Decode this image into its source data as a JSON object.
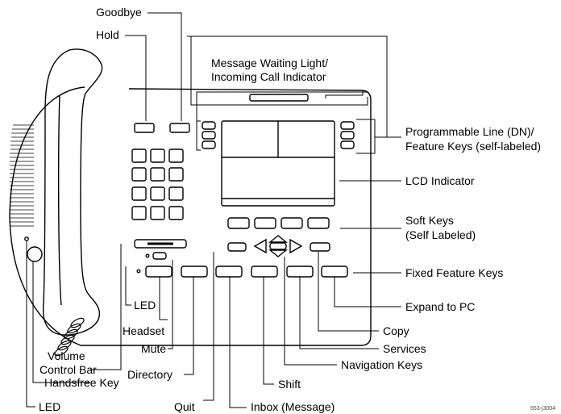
{
  "labels": {
    "goodbye": "Goodbye",
    "hold": "Hold",
    "message_waiting_1": "Message Waiting Light/",
    "message_waiting_2": "Incoming Call Indicator",
    "programmable_1": "Programmable Line (DN)/",
    "programmable_2": "Feature Keys (self-labeled)",
    "lcd_indicator": "LCD Indicator",
    "soft_keys_1": "Soft Keys",
    "soft_keys_2": "(Self Labeled)",
    "fixed_feature_keys": "Fixed Feature Keys",
    "expand_to_pc": "Expand to PC",
    "copy": "Copy",
    "services": "Services",
    "navigation_keys": "Navigation Keys",
    "shift": "Shift",
    "inbox": "Inbox (Message)",
    "quit": "Quit",
    "directory": "Directory",
    "mute": "Mute",
    "headset": "Headset",
    "led_upper": "LED",
    "volume_1": "Volume",
    "volume_2": "Control Bar",
    "handsfree_key": "Handsfree Key",
    "led_lower": "LED",
    "figure_id": "553-j3004"
  }
}
